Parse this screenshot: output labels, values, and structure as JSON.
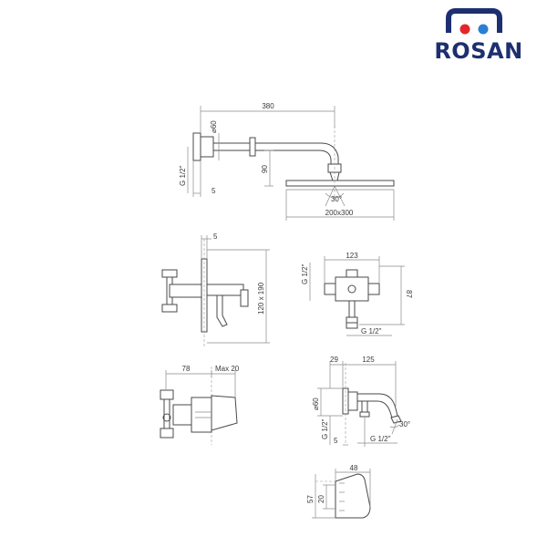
{
  "brand": {
    "name": "ROSAN",
    "colors": {
      "navy": "#1d2f6f",
      "red": "#e3262b",
      "blue": "#2a7fd4"
    }
  },
  "views": {
    "shower_arm": {
      "length": "380",
      "diameter": "⌀60",
      "thread": "G 1/2\"",
      "wall_gap": "5",
      "drop": "90",
      "angle": "30°",
      "head_size": "200x300"
    },
    "mixer_side": {
      "plate_depth": "5",
      "plate_size": "120 x 190"
    },
    "valve_front": {
      "width": "123",
      "height": "87",
      "thread_left": "G 1/2\"",
      "thread_bottom": "G 1/2\""
    },
    "valve_side": {
      "depth": "78",
      "max": "Max 20"
    },
    "spout": {
      "body": "29",
      "reach": "125",
      "diameter": "⌀60",
      "thread_left": "G 1/2\"",
      "gap": "5",
      "thread_bottom": "G 1/2\"",
      "angle": "30°"
    },
    "handle": {
      "width": "48",
      "height": "57",
      "depth": "20"
    }
  }
}
